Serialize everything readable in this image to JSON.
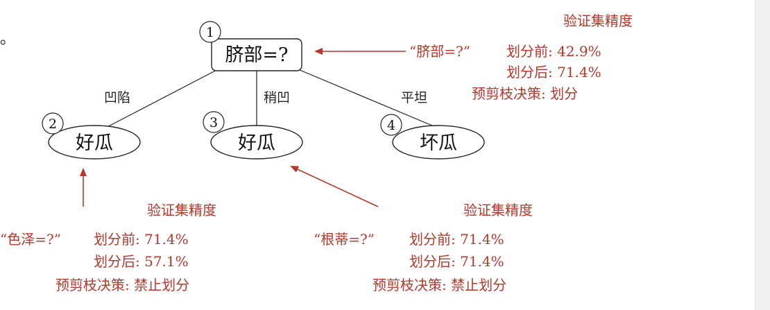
{
  "leading_mark": "。",
  "tree": {
    "root": {
      "num": "1",
      "label": "脐部=?"
    },
    "edges": [
      "凹陷",
      "稍凹",
      "平坦"
    ],
    "leaves": [
      {
        "num": "2",
        "label": "好瓜"
      },
      {
        "num": "3",
        "label": "好瓜"
      },
      {
        "num": "4",
        "label": "坏瓜"
      }
    ]
  },
  "annotations": {
    "root": {
      "heading": "验证集精度",
      "feature": "“脐部=?”",
      "before": "划分前: 42.9%",
      "after": "划分后: 71.4%",
      "decision": "预剪枝决策: 划分"
    },
    "left": {
      "heading": "验证集精度",
      "feature": "“色泽=?”",
      "before": "划分前: 71.4%",
      "after": "划分后: 57.1%",
      "decision": "预剪枝决策: 禁止划分"
    },
    "middle": {
      "heading": "验证集精度",
      "feature": "“根蒂=?”",
      "before": "划分前: 71.4%",
      "after": "划分后: 71.4%",
      "decision": "预剪枝决策: 禁止划分"
    }
  },
  "colors": {
    "annotation": "#b8362a",
    "line": "#222222"
  }
}
